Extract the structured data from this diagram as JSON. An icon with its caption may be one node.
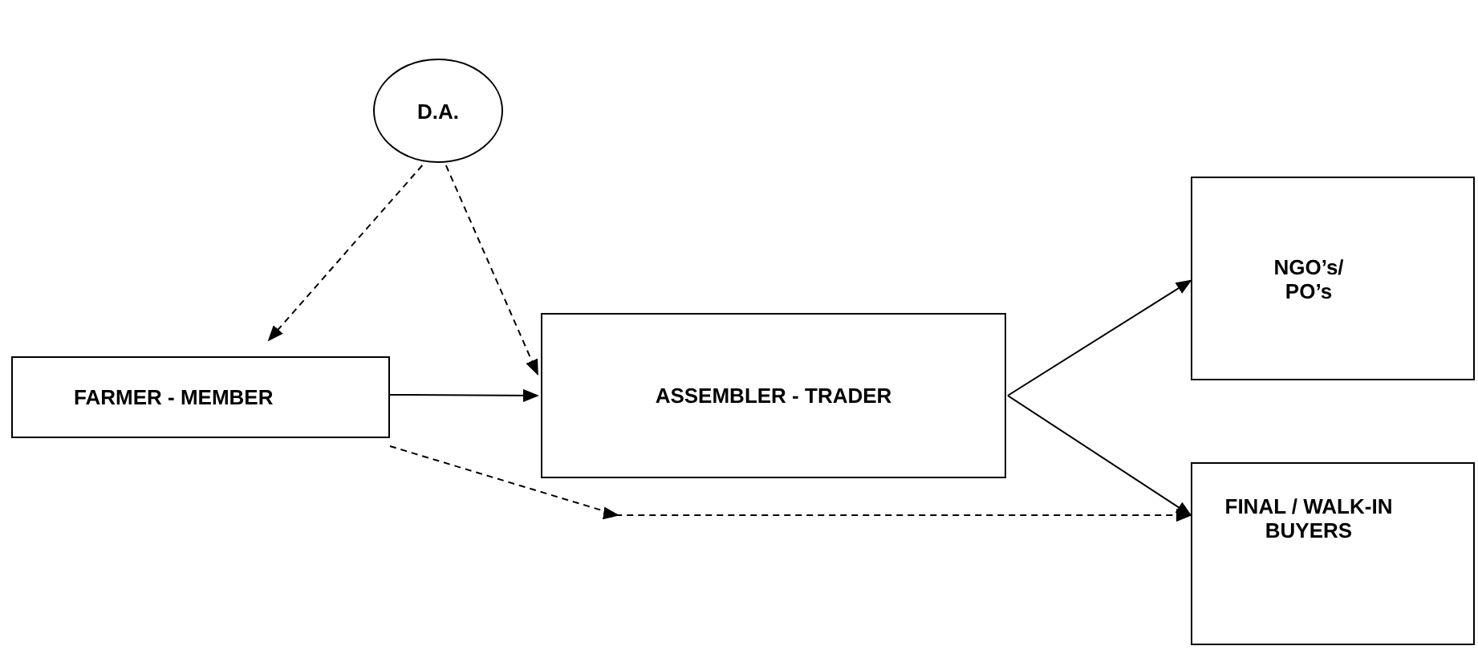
{
  "diagram": {
    "nodes": [
      {
        "text": [
          "D.A."
        ]
      },
      {
        "text": [
          "FARMER - MEMBER"
        ]
      },
      {
        "text": [
          "ASSEMBLER - TRADER"
        ]
      },
      {
        "text": [
          "NGO’s/ PO’s"
        ]
      },
      {
        "text": [
          "FINAL / WALK-IN BUYERS"
        ]
      }
    ],
    "edges": [
      {
        "from": 0,
        "to": 1,
        "arrow": "to",
        "style": "dashed"
      },
      {
        "from": 0,
        "to": 2,
        "arrow": "to",
        "style": "dashed"
      },
      {
        "from": 1,
        "to": 2,
        "arrow": "to"
      },
      {
        "from": 2,
        "to": 3,
        "arrow": "to"
      },
      {
        "from": 2,
        "to": 4,
        "arrow": "to"
      },
      {
        "from": 1,
        "to": 4,
        "arrow": "to",
        "style": "dashed"
      }
    ]
  }
}
